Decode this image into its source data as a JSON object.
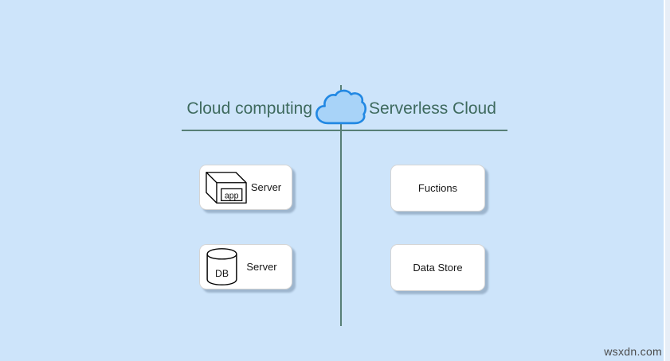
{
  "page": {
    "background_color": "#cde4fa",
    "edge_strip_color": "#e7eef7",
    "watermark": "wsxdn.com"
  },
  "diagram": {
    "titles": {
      "left": "Cloud computing",
      "right": "Serverless Cloud",
      "color": "#3e6a5e"
    },
    "divider_color": "#577f76",
    "cloud_icon": {
      "name": "cloud-icon",
      "fill": "#a8d3f8",
      "stroke": "#2288e3"
    },
    "left_boxes": [
      {
        "icon": "app-cube-icon",
        "icon_label": "app",
        "label": "Server"
      },
      {
        "icon": "db-cylinder-icon",
        "icon_label": "DB",
        "label": "Server"
      }
    ],
    "right_boxes": [
      {
        "label": "Fuctions"
      },
      {
        "label": "Data Store"
      }
    ]
  }
}
